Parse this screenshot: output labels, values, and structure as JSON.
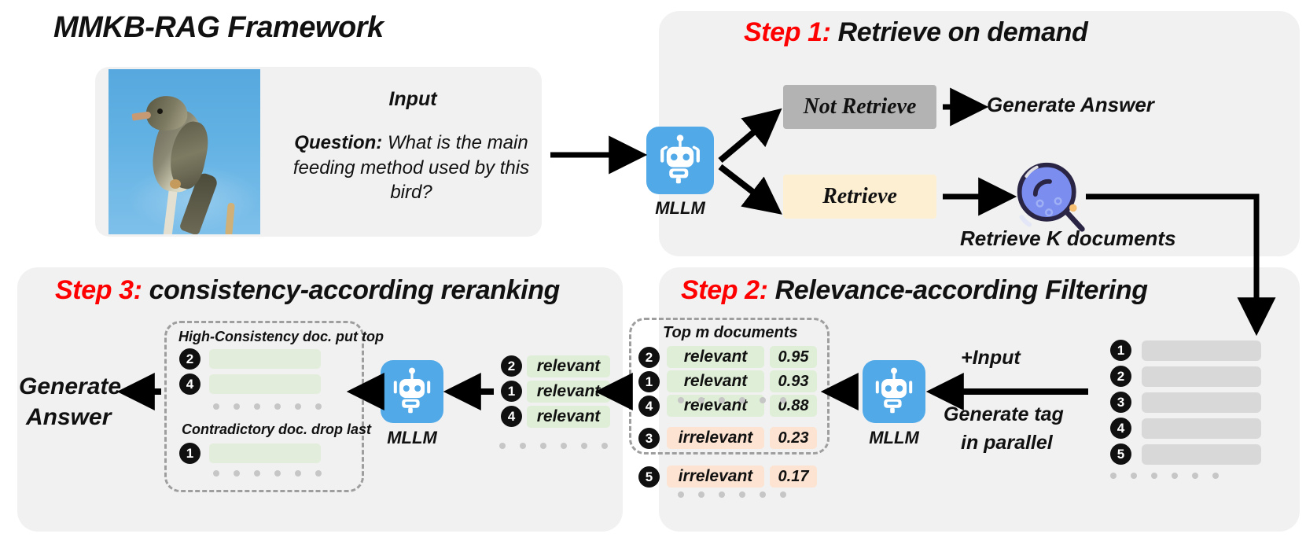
{
  "figure": {
    "title": "MMKB-RAG Framework"
  },
  "input_panel": {
    "heading": "Input",
    "question_label": "Question:",
    "question_text": "What is the main feeding method used by this bird?",
    "image_alt": "bird-photo"
  },
  "step1": {
    "number": "Step 1:",
    "title": "Retrieve on demand",
    "mllm_label": "MLLM",
    "branch_not_retrieve": "Not Retrieve",
    "branch_retrieve": "Retrieve",
    "generate_answer": "Generate Answer",
    "retrieve_k": "Retrieve K documents",
    "colors": {
      "not_retrieve_bg": "#b3b3b3",
      "retrieve_bg": "#fdf0d2",
      "robot_bg": "#51a9e8",
      "magnifier_lens": "#7b8ef0",
      "magnifier_ring": "#2b2545",
      "accent_red": "#ff0000"
    }
  },
  "step2": {
    "number": "Step 2:",
    "title": "Relevance-according Filtering",
    "mllm_label": "MLLM",
    "plus_input": "+Input",
    "generate_tag_line1": "Generate tag",
    "generate_tag_line2": "in parallel",
    "topm_caption": "Top m documents",
    "retrieved_docs": [
      "1",
      "2",
      "3",
      "4",
      "5"
    ],
    "tagged": [
      {
        "id": "2",
        "tag": "relevant",
        "score": "0.95",
        "kind": "rel",
        "in_topm": true
      },
      {
        "id": "1",
        "tag": "relevant",
        "score": "0.93",
        "kind": "rel",
        "in_topm": true
      },
      {
        "id": "4",
        "tag": "relevant",
        "score": "0.88",
        "kind": "rel",
        "in_topm": true
      },
      {
        "id": "3",
        "tag": "irrelevant",
        "score": "0.23",
        "kind": "irr",
        "in_topm": true
      },
      {
        "id": "5",
        "tag": "irrelevant",
        "score": "0.17",
        "kind": "irr",
        "in_topm": false
      }
    ],
    "colors": {
      "relevant_bg": "#dfeed6",
      "irrelevant_bg": "#fde3d1",
      "doc_bar_bg": "#d8d8d8"
    }
  },
  "step3": {
    "number": "Step 3:",
    "title": "consistency-according reranking",
    "mllm_label": "MLLM",
    "generate_answer_line1": "Generate",
    "generate_answer_line2": "Answer",
    "high_consistency_caption": "High-Consistency doc. put top",
    "contradictory_caption": "Contradictory doc. drop last",
    "high_consistency_docs": [
      "2",
      "4"
    ],
    "contradictory_docs": [
      "1"
    ],
    "incoming": [
      {
        "id": "2",
        "tag": "relevant"
      },
      {
        "id": "1",
        "tag": "relevant"
      },
      {
        "id": "4",
        "tag": "relevant"
      }
    ]
  }
}
